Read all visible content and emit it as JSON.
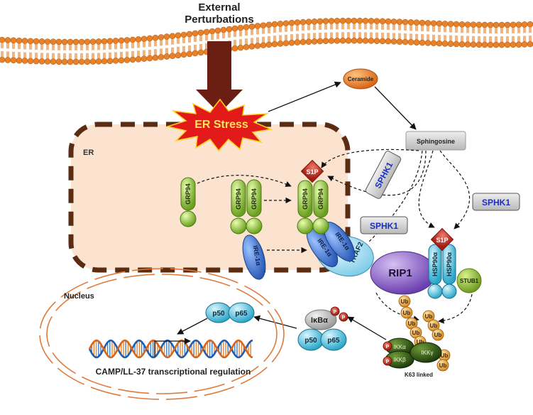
{
  "title": [
    "External",
    "Perturbations"
  ],
  "er_stress": "ER Stress",
  "er_label": "ER",
  "nucleus_label": "Nucleus",
  "ceramide": "Ceramide",
  "sphingosine": "Sphingosine",
  "sphk1": "SPHK1",
  "s1p": "S1P",
  "grp94": "GRP94",
  "ire1a": "IRE-1α",
  "traf2": "TRAF2",
  "rip1": "RIP1",
  "hsp90a": "HSP90α",
  "stub1": "STUB1",
  "ub": "Ub",
  "p": "P",
  "ikba": "IκBα",
  "p50": "p50",
  "p65": "p65",
  "ikka": "IKKα",
  "ikkb": "IKKβ",
  "ikkg": "IKKγ",
  "k63": "K63 linked",
  "camp": "CAMP/LL-37 transcriptional regulation",
  "colors": {
    "membrane": "#e8822a",
    "er_fill": "#fbe3cf",
    "er_border": "#5a2d12",
    "arrow_dark": "#6b1e12",
    "sphk1_text": "#1a2fc0",
    "grp94": "#8cc63f",
    "ire1a": "#3f6fcf",
    "traf2": "#9fdcf0",
    "rip1": "#8a5fc8",
    "hsp90a": "#2aa6c9",
    "stub1": "#8bbf3a",
    "s1p": "#c0392b",
    "ub": "#e8a23a",
    "ikk": "#2e5a12",
    "nf_kb": "#5bc2e8"
  }
}
